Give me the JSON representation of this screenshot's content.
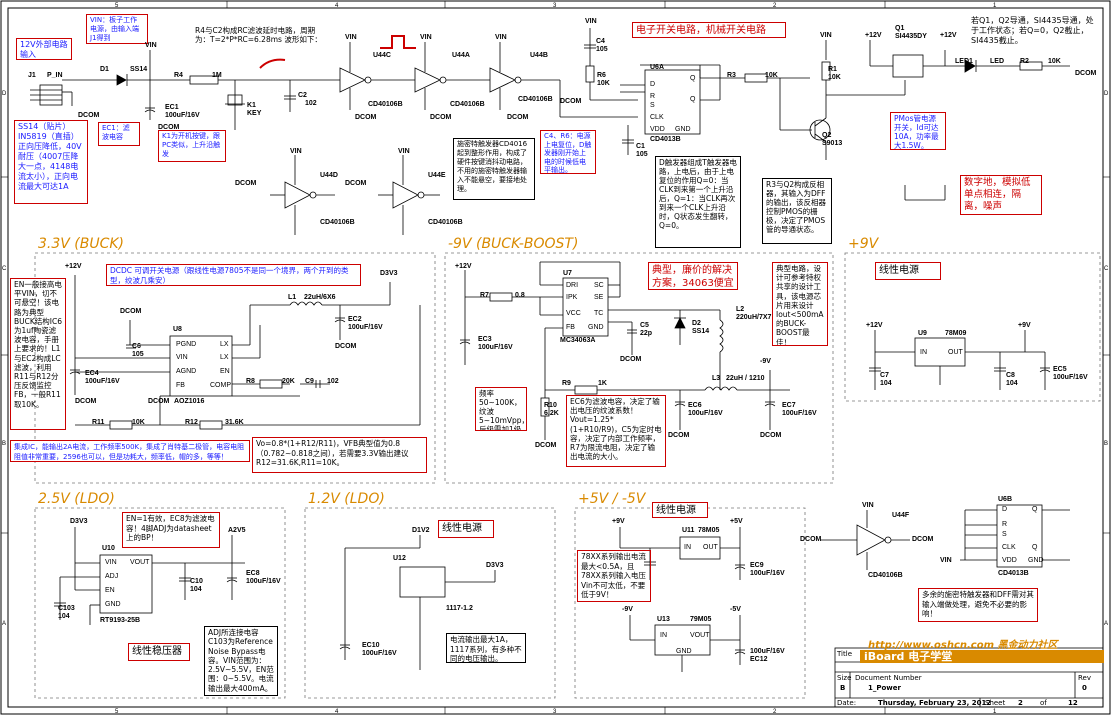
{
  "border": {
    "top_numbers": [
      "5",
      "4",
      "3",
      "2",
      "1"
    ],
    "side_letters_left": [
      "D",
      "C",
      "B",
      "A"
    ],
    "side_letters_right": [
      "D",
      "C",
      "B",
      "A"
    ]
  },
  "sections": {
    "buck": "3.3V (BUCK)",
    "buck_boost": "-9V (BUCK-BOOST)",
    "plus9": "+9V",
    "ldo25": "2.5V (LDO)",
    "ldo12": "1.2V (LDO)",
    "pm5": "+5V / -5V"
  },
  "notes": {
    "ext12v": "12V外部电路输入",
    "vin_note": "VIN：板子工作电源，由输入端J1得到",
    "rc_note": "R4与C2构成RC滤波延时电路，周期为：T=2*P*RC=6.28ms 波形如下：",
    "switch_title": "电子开关电路，机械开关电路",
    "q1_note": "若Q1，Q2导通，SI4435导通，处于工作状态；若Q=0，Q2截止，SI4435截止。",
    "ss14_note": "SS14（贴片）IN5819（直插）正向压降低，40V耐压（4007压降大一点，4148电流太小），正向电流最大可达1A",
    "ec1_note": "EC1：滤波电容",
    "k1_note": "K1为开机按键，跟PC类似，上升沿触发",
    "schmitt_note": "施密特触发器CD4016起到整形作用，构成了硬件按键消抖动电路，不用的施密特触发器输入不能悬空，要接地处理。",
    "c4r6_note": "C4、R6：电源上电复位，D触发器刚开始上电的时候低电平输出。",
    "dff_note": "D触发器组成T触发器电路，上电后，由于上电复位的作用Q=0：当CLK到来第一个上升沿后，Q=1：当CLK再次到来一个CLK上升沿时，Q状态发生翻转，Q=0。",
    "pmos_note": "PMos管电源开关，Id可达10A，功率最大1.5W。",
    "r3q2_note": "R3与Q2构成反相器，其输入为DFF的输出，该反相器控制PMOS的栅极，决定了PMOS管的导通状态。",
    "digital_note": "数字地，模拟低单点相连，隔离，噪声",
    "en_note": "EN一般接高电平VIN，切不可悬空！该电路为典型BUCK结构IC6为1uf陶瓷滤波电容，手册上要求的！L1与EC2构成LC滤波，利用R11与R12分压反馈监控FB，一般R11取10K。",
    "dcdc_note": "DCDC 可调开关电源（跟线性电源7805不是同一个境界，两个开到的类型，绞波几乘安）",
    "vo_note": "Vo=0.8*(1+R12/R11)，VFB典型值为0.8（0.782~0.818之间），若需要3.3V输出建议R12=31.6K,R11=10K。",
    "ic_note": "集成IC，能输出2A电流，工作频率500K，集成了肖特基二极管，电容电阻阻值非常重要，2596也可以，但是功耗大，频率低，帽的多，等等！",
    "typical_note": "典型，廉价的解决方案，34063便宜",
    "typical2_note": "典型电路，设计可参考特权共享的设计工具，该电源芯片用来设计Iout<500mA的BUCK-BOOST最佳！",
    "freq_note": "频率50~100K，纹波5~10mVpp，后级需加1级LC滤波，不可不加！",
    "ec6_note": "EC6为滤波电容，决定了输出电压的纹波系数！Vout=1.25*(1+R10/R9)，C5为定时电容，决定了内部工作频率，R7为限流电阻，决定了输出电流的大小。",
    "linear_psu": "线性电源",
    "en1_note": "EN=1有效，EC8为滤波电容！4脚ADJ为datasheet上的BP！",
    "adj_note": "ADJ所连接电容C103为Reference Noise Bypass电容。VIN范围为：2.5V~5.5V，EN范围：0~5.5V。电流输出最大400mA。",
    "linear_reg": "线性稳压器",
    "linear_psu2": "线性电源",
    "i117_note": "电流输出最大1A，1117系列，有多种不同的电压输出。",
    "linear_psu3": "线性电源",
    "78xx_note": "78XX系列输出电流最大<0.5A，且78XX系列输入电压Vin不可太低，不要低于9V！",
    "schmitt2_note": "多余的施密特触发器和DFF需对其输入端做处理，避免不必要的影响！"
  },
  "components": {
    "j1": "J1",
    "p_in": "P_IN",
    "d1": "D1",
    "ss14": "SS14",
    "r4": "R4",
    "r4v": "1M",
    "ec1": "EC1",
    "ec1v": "100uF/16V",
    "k1": "K1",
    "k1v": "KEY",
    "c2": "C2",
    "c2v": "102",
    "u4c": "U44C",
    "u4a": "U44A",
    "u4b": "U44B",
    "cd40106b": "CD40106B",
    "c4": "C4",
    "c4v": "105",
    "r6": "R6",
    "r6v": "10K",
    "u6a": "U6A",
    "cd4013b": "CD4013B",
    "c1": "C1",
    "c1v": "105",
    "r3": "R3",
    "r3v": "10K",
    "r1": "R1",
    "r1v": "10K",
    "q1": "Q1",
    "q1v": "SI4435DY",
    "led1": "LED1",
    "led": "LED",
    "r2": "R2",
    "r2v": "10K",
    "q2": "Q2",
    "q2v": "S9013",
    "u4d": "U44D",
    "u4e": "U44E",
    "u8": "U8",
    "aoz": "AOZ1016",
    "l1": "L1",
    "l1v": "22uH/6X6",
    "ec2": "EC2",
    "ec2v": "100uF/16V",
    "c6": "C6",
    "c6v": "105",
    "ec4": "EC4",
    "ec4v": "100uF/16V",
    "r8": "R8",
    "r8v": "20K",
    "c9": "C9",
    "c9v": "102",
    "r11": "R11",
    "r11v": "10K",
    "r12": "R12",
    "r12v": "31.6K",
    "u7": "U7",
    "mc": "MC34063A",
    "r7": "R7",
    "r7v": "0.8",
    "ec3": "EC3",
    "ec3v": "100uF/16V",
    "c5": "C5",
    "c5v": "22p",
    "d2": "D2",
    "d2v": "SS14",
    "l2": "L2",
    "l2v": "220uH/7X7",
    "r9": "R9",
    "r9v": "1K",
    "l3": "L3",
    "l3v": "22uH / 1210",
    "r10": "R10",
    "r10v": "6.2K",
    "ec6": "EC6",
    "ec6v": "100uF/16V",
    "ec7": "EC7",
    "ec7v": "100uF/16V",
    "u9": "U9",
    "u9v": "78M09",
    "c7": "C7",
    "c7v": "104",
    "c8": "C8",
    "c8v": "104",
    "ec5": "EC5",
    "ec5v": "100uF/16V",
    "u10": "U10",
    "rt": "RT9193-25B",
    "c103": "C103",
    "c103v": "104",
    "c10": "C10",
    "c10v": "104",
    "ec8": "EC8",
    "ec8v": "100uF/16V",
    "u12": "U12",
    "u12v": "1117-1.2",
    "ec10": "EC10",
    "ec10v": "100uF/16V",
    "u11": "U11",
    "u11v": "78M05",
    "ec9": "EC9",
    "ec9v": "100uF/16V",
    "u13": "U13",
    "u13v": "79M05",
    "ec12": "EC12",
    "ec12v": "100uF/16V",
    "u4f": "U44F",
    "u6b": "U6B"
  },
  "nets": {
    "vin": "VIN",
    "dcom": "DCOM",
    "p12": "+12V",
    "d3v3": "D3V3",
    "m9": "-9V",
    "p9": "+9V",
    "a2v5": "A2V5",
    "d1v2": "D1V2",
    "p5": "+5V",
    "m5": "-5V"
  },
  "pins": {
    "pgnd": "PGND",
    "vin": "VIN",
    "agnd": "AGND",
    "fb": "FB",
    "lx": "LX",
    "en": "EN",
    "comp": "COMP",
    "dri": "DRI",
    "ipk": "IPK",
    "vcc": "VCC",
    "sc": "SC",
    "se": "SE",
    "tc": "TC",
    "gnd": "GND",
    "in": "IN",
    "out": "OUT",
    "vout": "VOUT",
    "adj": "ADJ",
    "d": "D",
    "r": "R",
    "s": "S",
    "q": "Q",
    "qn": "Q",
    "clk": "CLK",
    "vdd": "VDD"
  },
  "title_block": {
    "url": "http://www.oshcn.com 黑金动力社区",
    "title_label": "Title",
    "title": "iBoard 电子学堂",
    "size_label": "Size",
    "size": "B",
    "docnum_label": "Document Number",
    "docnum": "1_Power",
    "rev_label": "Rev",
    "rev": "0",
    "date_label": "Date:",
    "date": "Thursday, February 23, 2012",
    "sheet_label": "Sheet",
    "sheet": "2",
    "of_label": "of",
    "of": "12"
  }
}
